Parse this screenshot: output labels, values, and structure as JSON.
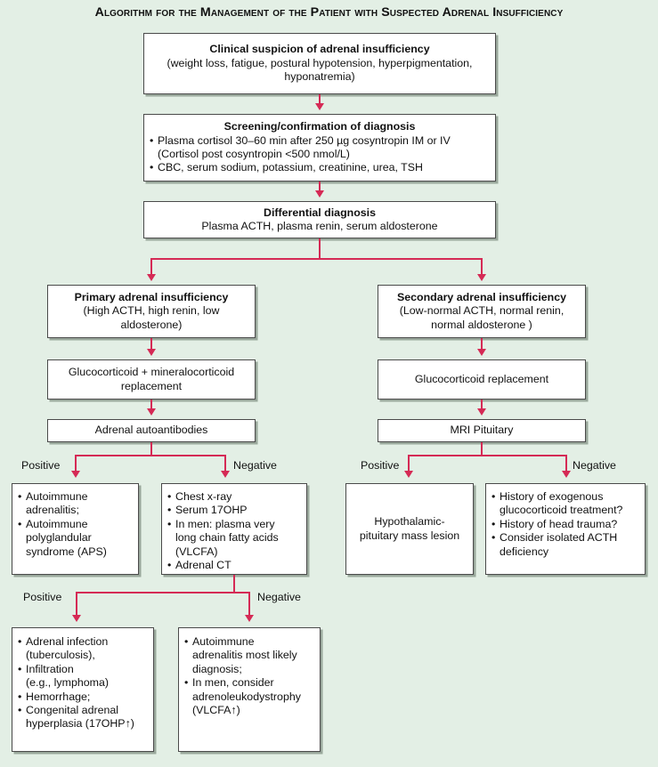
{
  "title": "Algorithm for the Management of the Patient with Suspected Adrenal Insufficiency",
  "colors": {
    "background": "#e3efe5",
    "box_fill": "#ffffff",
    "box_border": "#4a4a4a",
    "box_shadow": "#9aa89c",
    "arrow": "#d52a55",
    "text": "#111111"
  },
  "nodes": {
    "clinical_suspicion": {
      "heading": "Clinical suspicion of adrenal insufficiency",
      "line1": "(weight loss, fatigue, postural hypotension, hyperpigmentation,",
      "line2": "hyponatremia)"
    },
    "screening": {
      "heading": "Screening/confirmation of diagnosis",
      "bullets": [
        {
          "main": "Plasma cortisol 30–60 min after 250 µg cosyntropin IM or IV",
          "cont": "(Cortisol post cosyntropin <500 nmol/L)"
        },
        {
          "main": "CBC, serum sodium, potassium, creatinine, urea, TSH",
          "cont": ""
        }
      ]
    },
    "differential": {
      "heading": "Differential diagnosis",
      "line1": "Plasma ACTH, plasma renin, serum aldosterone"
    },
    "primary_ai": {
      "heading": "Primary adrenal insufficiency",
      "line1": "(High ACTH, high renin, low",
      "line2": "aldosterone)"
    },
    "secondary_ai": {
      "heading": "Secondary adrenal insufficiency",
      "line1": "(Low-normal ACTH, normal renin,",
      "line2": "normal aldosterone )"
    },
    "gluco_mineralo": {
      "line1": "Glucocorticoid + mineralocorticoid",
      "line2": "replacement"
    },
    "gluco_replacement": {
      "line1": "Glucocorticoid replacement"
    },
    "adrenal_autoantibodies": {
      "line1": "Adrenal autoantibodies"
    },
    "mri_pituitary": {
      "line1": "MRI Pituitary"
    },
    "autoimmune_box": {
      "bullets": [
        {
          "main": "Autoimmune",
          "cont": "adrenalitis;"
        },
        {
          "main": "Autoimmune",
          "cont": "polyglandular\nsyndrome (APS)"
        }
      ]
    },
    "chest_xray_box": {
      "bullets": [
        {
          "main": "Chest x-ray",
          "cont": ""
        },
        {
          "main": "Serum 17OHP",
          "cont": ""
        },
        {
          "main": "In men: plasma very",
          "cont": "long chain fatty acids\n(VLCFA)"
        },
        {
          "main": "Adrenal CT",
          "cont": ""
        }
      ]
    },
    "hypothalamic_box": {
      "line1": "Hypothalamic-",
      "line2": "pituitary mass lesion"
    },
    "history_box": {
      "bullets": [
        {
          "main": "History of exogenous",
          "cont": "glucocorticoid treatment?"
        },
        {
          "main": "History of head trauma?",
          "cont": ""
        },
        {
          "main": "Consider isolated ACTH",
          "cont": "deficiency"
        }
      ]
    },
    "adrenal_infection_box": {
      "bullets": [
        {
          "main": "Adrenal infection",
          "cont": "(tuberculosis),"
        },
        {
          "main": "Infiltration",
          "cont": "(e.g., lymphoma)"
        },
        {
          "main": "Hemorrhage;",
          "cont": ""
        },
        {
          "main": "Congenital adrenal",
          "cont": "hyperplasia (17OHP↑)"
        }
      ]
    },
    "autoimmune_likely_box": {
      "bullets": [
        {
          "main": "Autoimmune",
          "cont": "adrenalitis most likely\ndiagnosis;"
        },
        {
          "main": "In men, consider",
          "cont": "adrenoleukodystrophy\n(VLCFA↑)"
        }
      ]
    }
  },
  "branch_labels": {
    "left_positive": "Positive",
    "left_negative": "Negative",
    "right_positive": "Positive",
    "right_negative": "Negative",
    "bottom_positive": "Positive",
    "bottom_negative": "Negative"
  }
}
